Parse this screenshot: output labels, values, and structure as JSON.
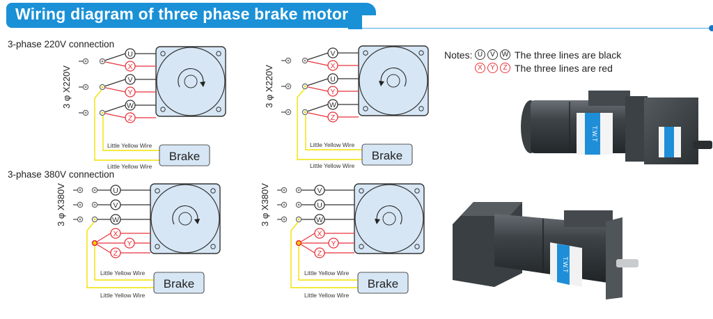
{
  "header": {
    "title": "Wiring diagram of three phase brake motor",
    "accent_color": "#1a90d6"
  },
  "sections": [
    {
      "label": "3-phase 220V connection"
    },
    {
      "label": "3-phase 380V connection"
    }
  ],
  "diagrams": [
    {
      "id": "220v-cw",
      "mode": "220",
      "supply_label": "3 φ X220V",
      "rotation": "clockwise",
      "pairs": [
        [
          "U",
          "X"
        ],
        [
          "V",
          "Y"
        ],
        [
          "W",
          "Z"
        ]
      ],
      "brake_label": "Brake",
      "wire_labels": [
        "Little Yellow Wire",
        "Little Yellow Wire"
      ]
    },
    {
      "id": "220v-ccw",
      "mode": "220",
      "supply_label": "3 φ X220V",
      "rotation": "counterclockwise",
      "pairs": [
        [
          "V",
          "X"
        ],
        [
          "U",
          "Y"
        ],
        [
          "W",
          "Z"
        ]
      ],
      "brake_label": "Brake",
      "wire_labels": [
        "Little Yellow Wire",
        "Little Yellow Wire"
      ]
    },
    {
      "id": "380v-cw",
      "mode": "380",
      "supply_label": "3 φ X380V",
      "rotation": "clockwise",
      "black_terminals": [
        "U",
        "V",
        "W"
      ],
      "red_terminals": [
        "X",
        "Y",
        "Z"
      ],
      "brake_label": "Brake",
      "wire_labels": [
        "Little Yellow Wire",
        "Little Yellow Wire"
      ]
    },
    {
      "id": "380v-ccw",
      "mode": "380",
      "supply_label": "3 φ X380V",
      "rotation": "counterclockwise",
      "black_terminals": [
        "V",
        "U",
        "W"
      ],
      "red_terminals": [
        "X",
        "Y",
        "Z"
      ],
      "brake_label": "Brake",
      "wire_labels": [
        "Little Yellow Wire",
        "Little Yellow Wire"
      ]
    }
  ],
  "notes": {
    "prefix": "Notes:",
    "rows": [
      {
        "terminals": [
          "U",
          "V",
          "W"
        ],
        "color": "black",
        "text": "The three lines are black"
      },
      {
        "terminals": [
          "X",
          "Y",
          "Z"
        ],
        "color": "red",
        "text": "The three lines are red"
      }
    ]
  },
  "colors": {
    "black_wire": "#333333",
    "red_wire": "#e8323a",
    "yellow_wire": "#f2e200",
    "motor_fill": "#d6e6f5",
    "brake_fill": "#d6e6f5"
  },
  "photos": [
    {
      "name": "geared-brake-motor-photo-1",
      "label_text": "T.W.T"
    },
    {
      "name": "geared-brake-motor-photo-2",
      "label_text": "T.W.T"
    }
  ]
}
